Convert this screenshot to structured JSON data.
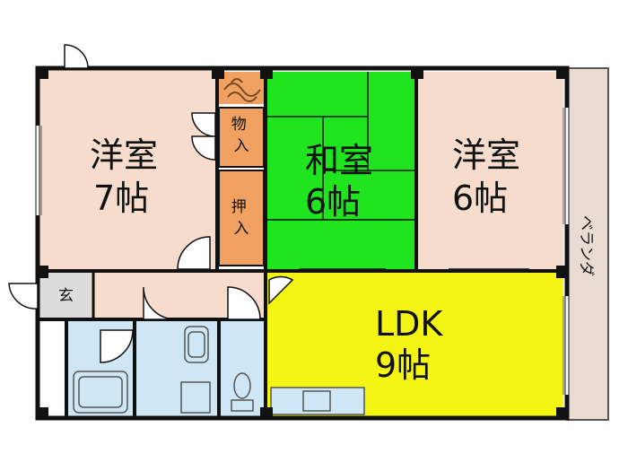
{
  "rooms": {
    "western_left": {
      "name": "洋室",
      "size": "7帖"
    },
    "japanese": {
      "name": "和室",
      "size": "6帖"
    },
    "western_right": {
      "name": "洋室",
      "size": "6帖"
    },
    "ldk": {
      "name": "LDK",
      "size": "9帖"
    }
  },
  "storage": {
    "closet": "物入",
    "oshiire": "押入"
  },
  "entrance": "玄",
  "veranda": "ベランダ",
  "colors": {
    "western": "#f5dccd",
    "japanese": "#1ee51e",
    "ldk": "#f5f514",
    "storage": "#f0a060",
    "wet": "#cfe6f5",
    "hall": "#f5dccd",
    "entrance": "#dcdcdc",
    "veranda": "#e8dcd2",
    "wall": "#111111"
  }
}
